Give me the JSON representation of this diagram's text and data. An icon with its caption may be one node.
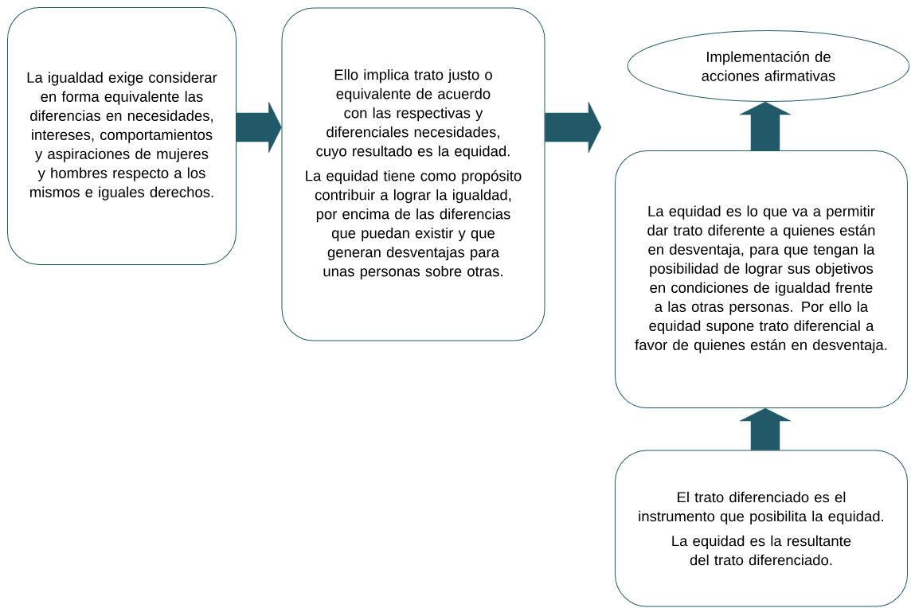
{
  "diagram": {
    "nodes": [
      {
        "text": [
          "La igualdad exige considerar en forma equivalente las diferencias en necesidades, intereses, comportamientos y aspiraciones de mujeres y hombres respecto a los mismos e iguales derechos."
        ]
      },
      {
        "text": [
          "Ello implica trato justo o equivalente de acuerdo con las respectivas y diferenciales necesidades, cuyo resultado es la equidad.",
          "La equidad tiene como propósito contribuir a lograr la igualdad, por encima de las diferencias que puedan existir y que generan desventajas para unas personas sobre otras."
        ]
      },
      {
        "text": [
          "Implementación de acciones afirmativas"
        ]
      },
      {
        "text": [
          "La equidad es lo que va a permitir dar trato diferente a quienes están en desventaja, para que tengan la posibilidad de lograr sus objetivos en condiciones de igualdad frente a las otras personas. Por ello la equidad supone trato diferencial a favor de quienes están en desventaja."
        ]
      },
      {
        "text": [
          "El trato diferenciado es el instrumento que posibilita la equidad.",
          "La equidad es la resultante del trato diferenciado."
        ]
      }
    ],
    "edges": [
      {
        "from": 0,
        "to": 1,
        "arrow": "to"
      },
      {
        "from": 1,
        "to": null,
        "arrow": "to"
      },
      {
        "from": 3,
        "to": 2,
        "arrow": "to"
      },
      {
        "from": 4,
        "to": 3,
        "arrow": "to"
      }
    ]
  }
}
